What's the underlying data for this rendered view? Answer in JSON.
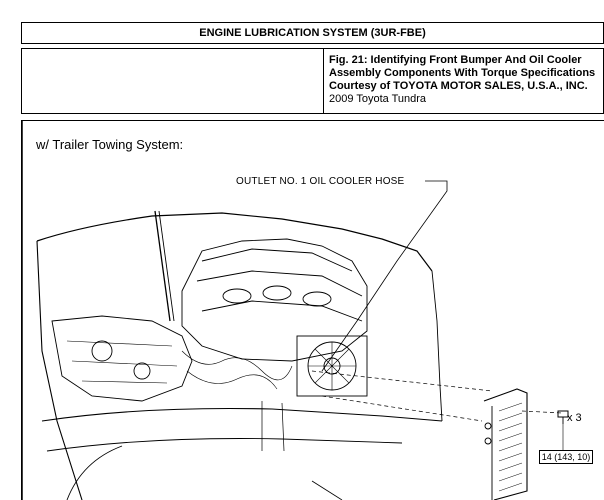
{
  "header": {
    "title": "ENGINE LUBRICATION SYSTEM (3UR-FBE)"
  },
  "info": {
    "fig_lines": [
      "Fig. 21: Identifying Front Bumper And Oil Cooler",
      "Assembly Components With Torque Specifications",
      "Courtesy of TOYOTA MOTOR SALES, U.S.A., INC."
    ],
    "vehicle": "2009 Toyota Tundra"
  },
  "figure": {
    "subtitle": "w/ Trailer Towing System:",
    "callout_hose": "OUTLET NO. 1 OIL COOLER HOSE",
    "bolt_qty": "x 3",
    "torque": "14 (143, 10)"
  }
}
